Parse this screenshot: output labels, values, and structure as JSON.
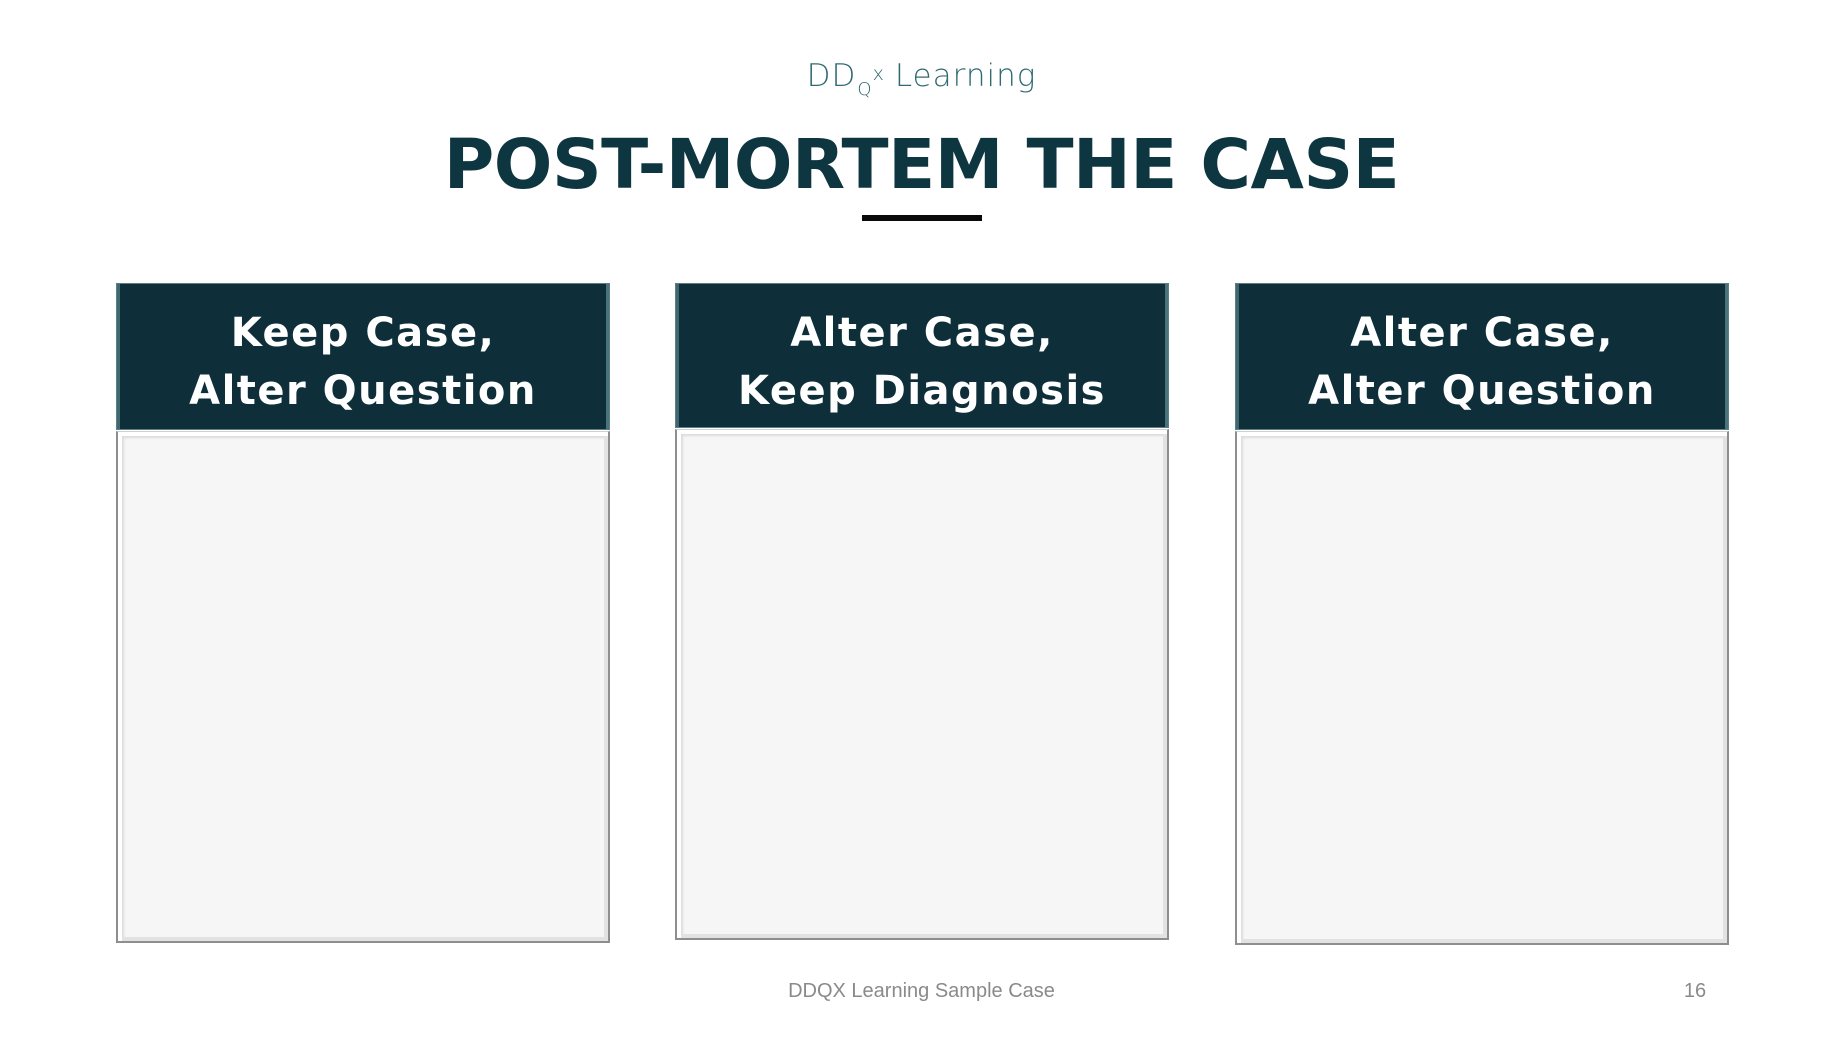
{
  "header": {
    "logo": {
      "main": "DD",
      "sub": "Q",
      "sup": "x",
      "suffix": "Learning"
    },
    "title": "POST-MORTEM THE CASE"
  },
  "cards": [
    {
      "line1": "Keep Case,",
      "line2": "Alter Question",
      "body": ""
    },
    {
      "line1": "Alter Case,",
      "line2": "Keep Diagnosis",
      "body": ""
    },
    {
      "line1": "Alter Case,",
      "line2": "Alter Question",
      "body": ""
    }
  ],
  "footer": {
    "text": "DDQX Learning Sample Case",
    "page_number": "16"
  },
  "colors": {
    "header_bg": "#0e2f3a",
    "title": "#0d3640",
    "logo": "#2f6a72",
    "body_fill": "#f6f6f6",
    "footer_text": "#8a8a8a"
  }
}
